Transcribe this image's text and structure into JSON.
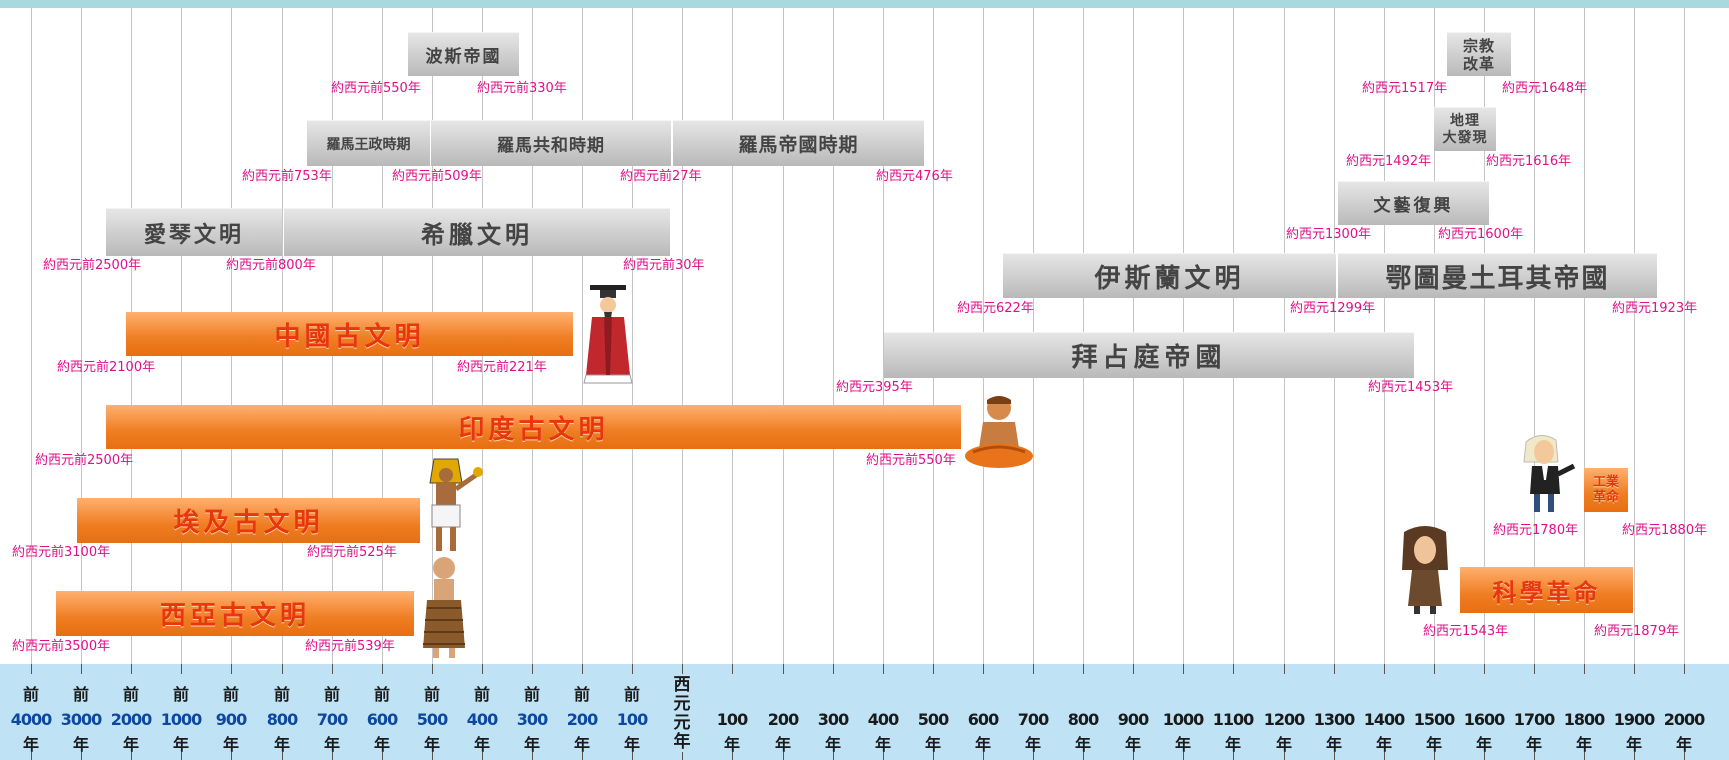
{
  "axis": [
    {
      "prefix": "前",
      "num": "4000",
      "suffix": "年"
    },
    {
      "prefix": "前",
      "num": "3000",
      "suffix": "年"
    },
    {
      "prefix": "前",
      "num": "2000",
      "suffix": "年"
    },
    {
      "prefix": "前",
      "num": "1000",
      "suffix": "年"
    },
    {
      "prefix": "前",
      "num": "900",
      "suffix": "年"
    },
    {
      "prefix": "前",
      "num": "800",
      "suffix": "年"
    },
    {
      "prefix": "前",
      "num": "700",
      "suffix": "年"
    },
    {
      "prefix": "前",
      "num": "600",
      "suffix": "年"
    },
    {
      "prefix": "前",
      "num": "500",
      "suffix": "年"
    },
    {
      "prefix": "前",
      "num": "400",
      "suffix": "年"
    },
    {
      "prefix": "前",
      "num": "300",
      "suffix": "年"
    },
    {
      "prefix": "前",
      "num": "200",
      "suffix": "年"
    },
    {
      "prefix": "前",
      "num": "100",
      "suffix": "年"
    },
    {
      "prefix": "西",
      "num": "元元",
      "suffix": "年",
      "zero": true
    },
    {
      "prefix": "",
      "num": "100",
      "suffix": "年"
    },
    {
      "prefix": "",
      "num": "200",
      "suffix": "年"
    },
    {
      "prefix": "",
      "num": "300",
      "suffix": "年"
    },
    {
      "prefix": "",
      "num": "400",
      "suffix": "年"
    },
    {
      "prefix": "",
      "num": "500",
      "suffix": "年"
    },
    {
      "prefix": "",
      "num": "600",
      "suffix": "年"
    },
    {
      "prefix": "",
      "num": "700",
      "suffix": "年"
    },
    {
      "prefix": "",
      "num": "800",
      "suffix": "年"
    },
    {
      "prefix": "",
      "num": "900",
      "suffix": "年"
    },
    {
      "prefix": "",
      "num": "1000",
      "suffix": "年"
    },
    {
      "prefix": "",
      "num": "1100",
      "suffix": "年"
    },
    {
      "prefix": "",
      "num": "1200",
      "suffix": "年"
    },
    {
      "prefix": "",
      "num": "1300",
      "suffix": "年"
    },
    {
      "prefix": "",
      "num": "1400",
      "suffix": "年"
    },
    {
      "prefix": "",
      "num": "1500",
      "suffix": "年"
    },
    {
      "prefix": "",
      "num": "1600",
      "suffix": "年"
    },
    {
      "prefix": "",
      "num": "1700",
      "suffix": "年"
    },
    {
      "prefix": "",
      "num": "1800",
      "suffix": "年"
    },
    {
      "prefix": "",
      "num": "1900",
      "suffix": "年"
    },
    {
      "prefix": "",
      "num": "2000",
      "suffix": "年"
    }
  ],
  "events": [
    {
      "id": "persia",
      "label": "波斯帝國",
      "style": "gray",
      "start": "約西元前550年",
      "end": "約西元前330年"
    },
    {
      "id": "roman-kingdom",
      "label": "羅馬王政時期",
      "style": "gray",
      "start": "約西元前753年",
      "end": ""
    },
    {
      "id": "roman-republic",
      "label": "羅馬共和時期",
      "style": "gray",
      "start": "約西元前509年",
      "end": ""
    },
    {
      "id": "roman-empire",
      "label": "羅馬帝國時期",
      "style": "gray",
      "start": "約西元前27年",
      "end": "約西元476年"
    },
    {
      "id": "aegean",
      "label": "愛琴文明",
      "style": "gray",
      "start": "約西元前2500年",
      "end": ""
    },
    {
      "id": "greek",
      "label": "希臘文明",
      "style": "gray",
      "start": "約西元前800年",
      "end": "約西元前30年"
    },
    {
      "id": "china",
      "label": "中國古文明",
      "style": "orange",
      "start": "約西元前2100年",
      "end": "約西元前221年"
    },
    {
      "id": "india",
      "label": "印度古文明",
      "style": "orange",
      "start": "約西元前2500年",
      "end": "約西元前550年"
    },
    {
      "id": "egypt",
      "label": "埃及古文明",
      "style": "orange",
      "start": "約西元前3100年",
      "end": "約西元前525年"
    },
    {
      "id": "west-asia",
      "label": "西亞古文明",
      "style": "orange",
      "start": "約西元前3500年",
      "end": "約西元前539年"
    },
    {
      "id": "islam",
      "label": "伊斯蘭文明",
      "style": "gray",
      "start": "約西元622年",
      "end": ""
    },
    {
      "id": "ottoman",
      "label": "鄂圖曼土耳其帝國",
      "style": "gray",
      "start": "約西元1299年",
      "end": "約西元1923年"
    },
    {
      "id": "byzantine",
      "label": "拜占庭帝國",
      "style": "gray",
      "start": "約西元395年",
      "end": "約西元1453年"
    },
    {
      "id": "renaissance",
      "label": "文藝復興",
      "style": "gray",
      "start": "約西元1300年",
      "end": "約西元1600年"
    },
    {
      "id": "discovery",
      "label": "地理\n大發現",
      "style": "gray",
      "start": "約西元1492年",
      "end": "約西元1616年"
    },
    {
      "id": "reformation",
      "label": "宗教\n改革",
      "style": "gray",
      "start": "約西元1517年",
      "end": "約西元1648年"
    },
    {
      "id": "industrial",
      "label": "工業\n革命",
      "style": "orange",
      "start": "約西元1780年",
      "end": "約西元1880年"
    },
    {
      "id": "science",
      "label": "科學革命",
      "style": "orange",
      "start": "約西元1543年",
      "end": "約西元1879年"
    }
  ],
  "colors": {
    "gray_bar": "#c4c4c4",
    "orange_bar": "#ef7d22",
    "orange_text": "#e8360f",
    "date_text": "#e0108a",
    "axis_band": "#bfe3f5",
    "top_bar": "#a9d9dd"
  },
  "figures": [
    "chinese-emperor-figure",
    "indian-sage-figure",
    "egyptian-pharaoh-figure",
    "sumerian-figure",
    "newton-figure",
    "industrial-scientist-figure"
  ]
}
